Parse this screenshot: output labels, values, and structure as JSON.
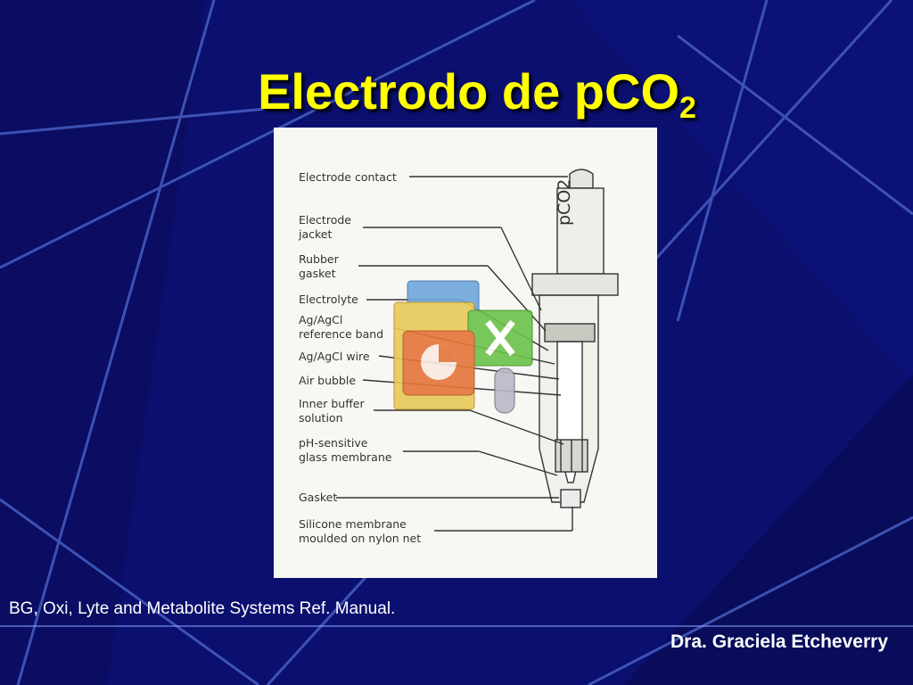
{
  "slide": {
    "title": "Electrodo de pCO",
    "title_subscript": "2",
    "caption": "BG, Oxi, Lyte and Metabolite Systems Ref. Manual.",
    "author": "Dra. Graciela Etcheverry"
  },
  "diagram": {
    "probe_label": "pCO2",
    "labels": [
      "Electrode contact",
      "Electrode\njacket",
      "Rubber\ngasket",
      "Electrolyte",
      "Ag/AgCl\nreference band",
      "Ag/AgCl wire",
      "Air bubble",
      "Inner buffer\nsolution",
      "pH-sensitive\nglass membrane",
      "Gasket",
      "Silicone membrane\nmoulded on nylon net"
    ]
  },
  "colors": {
    "background": "#0b0f6e",
    "title": "#ffff00",
    "text": "#ffffff"
  },
  "icons": [
    "office-suite-icon"
  ]
}
